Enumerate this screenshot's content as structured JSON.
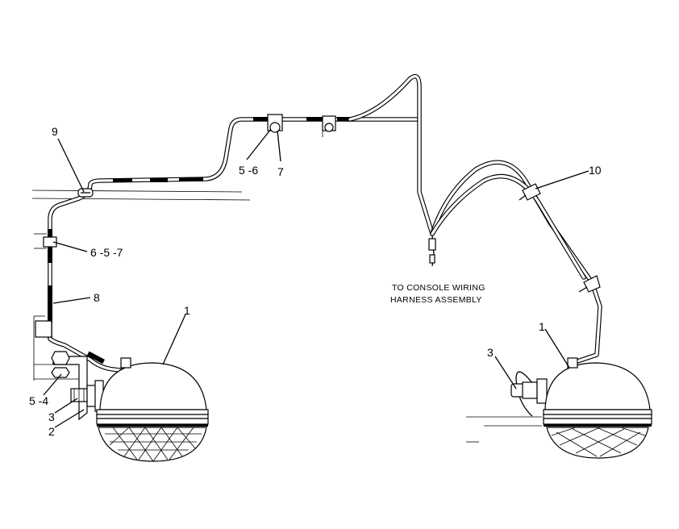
{
  "callouts": {
    "c9": "9",
    "c56": "5 -6",
    "c7": "7",
    "c657": "6 -5 -7",
    "c8": "8",
    "c1_left": "1",
    "c54": "5 -4",
    "c3_left": "3",
    "c2": "2",
    "c10": "10",
    "c1_right": "1",
    "c3_right": "3"
  },
  "note": {
    "line1": "TO CONSOLE WIRING",
    "line2": "HARNESS ASSEMBLY"
  }
}
